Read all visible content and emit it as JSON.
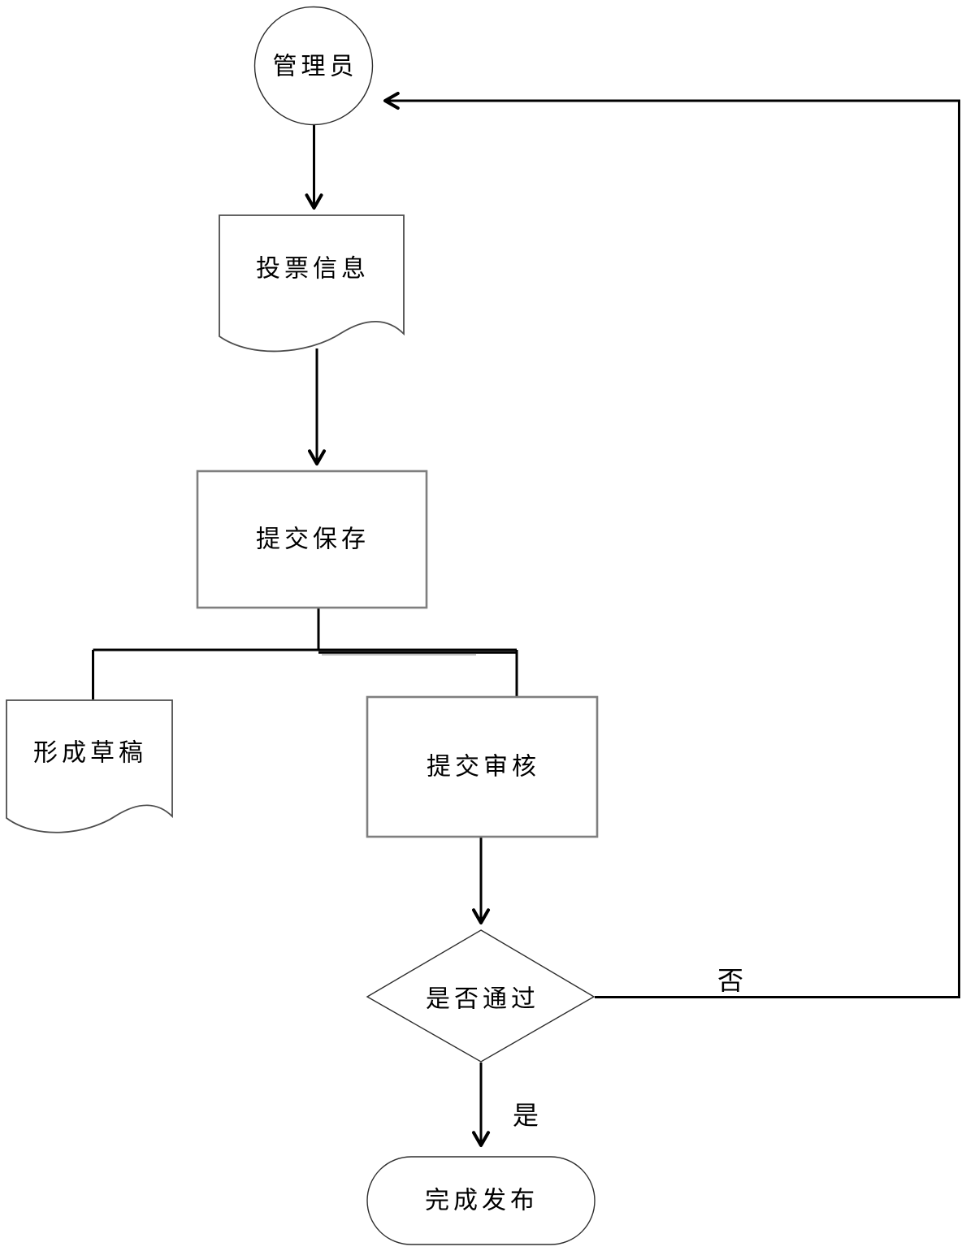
{
  "flowchart": {
    "nodes": [
      {
        "id": "admin",
        "shape": "circle",
        "label": "管理员"
      },
      {
        "id": "vote-info",
        "shape": "document",
        "label": "投票信息"
      },
      {
        "id": "submit-save",
        "shape": "process",
        "label": "提交保存"
      },
      {
        "id": "form-draft",
        "shape": "document",
        "label": "形成草稿"
      },
      {
        "id": "submit-review",
        "shape": "process",
        "label": "提交审核"
      },
      {
        "id": "pass-decision",
        "shape": "decision",
        "label": "是否通过"
      },
      {
        "id": "publish-complete",
        "shape": "terminator",
        "label": "完成发布"
      }
    ],
    "edges": [
      {
        "from": "admin",
        "to": "vote-info",
        "label": ""
      },
      {
        "from": "vote-info",
        "to": "submit-save",
        "label": ""
      },
      {
        "from": "submit-save",
        "to": "form-draft",
        "label": ""
      },
      {
        "from": "submit-save",
        "to": "submit-review",
        "label": ""
      },
      {
        "from": "submit-review",
        "to": "pass-decision",
        "label": ""
      },
      {
        "from": "pass-decision",
        "to": "admin",
        "label": "否"
      },
      {
        "from": "pass-decision",
        "to": "publish-complete",
        "label": "是"
      }
    ],
    "colors": {
      "flow_line": "#000000",
      "process_border": "#7f7f7f",
      "document_border": "#4d4d4d",
      "shape_outline": "#2e2e2e",
      "text": "#000000",
      "background": "#ffffff"
    }
  }
}
